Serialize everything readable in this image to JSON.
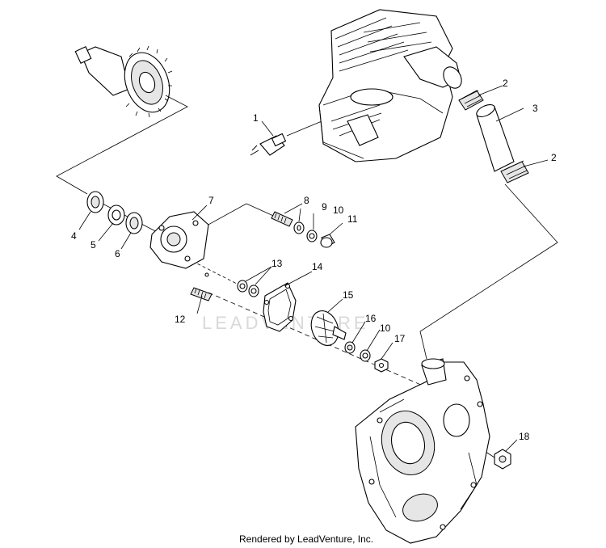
{
  "diagram": {
    "callouts": {
      "c1": "1",
      "c2a": "2",
      "c2b": "2",
      "c3": "3",
      "c4": "4",
      "c5": "5",
      "c6": "6",
      "c7": "7",
      "c8": "8",
      "c9": "9",
      "c10a": "10",
      "c10b": "10",
      "c11": "11",
      "c12": "12",
      "c13": "13",
      "c14": "14",
      "c15": "15",
      "c16": "16",
      "c17": "17",
      "c18": "18"
    },
    "watermark": "LEADVENTURE",
    "footer": "Rendered by LeadVenture, Inc."
  }
}
